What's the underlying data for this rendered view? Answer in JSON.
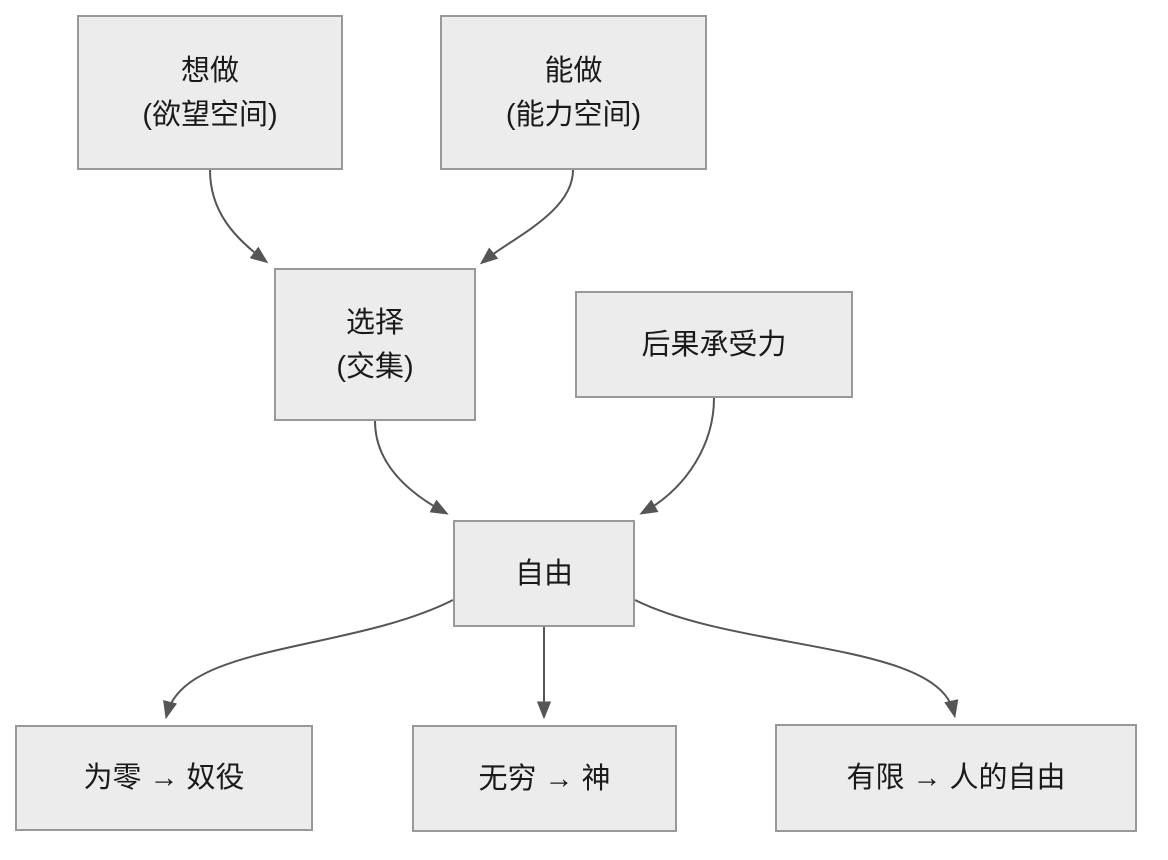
{
  "diagram": {
    "type": "flowchart",
    "direction": "top-down",
    "colors": {
      "background": "#ffffff",
      "node_fill": "#ececec",
      "node_border": "#999999",
      "edge": "#555555",
      "text": "#1a1a1a"
    },
    "nodes": {
      "want": {
        "line1": "想做",
        "line2": "(欲望空间)"
      },
      "can": {
        "line1": "能做",
        "line2": "(能力空间)"
      },
      "choice": {
        "line1": "选择",
        "line2": "(交集)"
      },
      "consequence": {
        "label": "后果承受力"
      },
      "freedom": {
        "label": "自由"
      },
      "zero": {
        "label": "为零 → 奴役"
      },
      "infinite": {
        "label": "无穷 → 神"
      },
      "limited": {
        "label": "有限 → 人的自由"
      }
    },
    "edges": [
      {
        "from": "want",
        "to": "choice"
      },
      {
        "from": "can",
        "to": "choice"
      },
      {
        "from": "choice",
        "to": "freedom"
      },
      {
        "from": "consequence",
        "to": "freedom"
      },
      {
        "from": "freedom",
        "to": "zero"
      },
      {
        "from": "freedom",
        "to": "infinite"
      },
      {
        "from": "freedom",
        "to": "limited"
      }
    ]
  }
}
